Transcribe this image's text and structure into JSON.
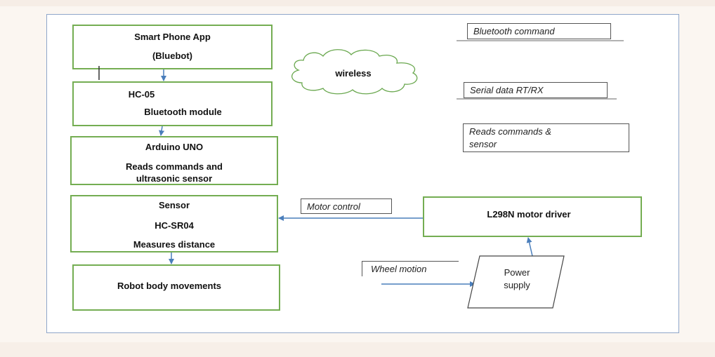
{
  "blocks": {
    "smartphone": {
      "title": "Smart Phone App",
      "subtitle": "(Bluebot)"
    },
    "hc05": {
      "title": "HC-05",
      "subtitle": "Bluetooth module"
    },
    "arduino": {
      "title": "Arduino UNO",
      "line2": "Reads commands and",
      "line3": "ultrasonic sensor"
    },
    "sensor": {
      "title": "Sensor",
      "line2": "HC-SR04",
      "line3": "Measures distance"
    },
    "robot": {
      "title": "Robot body movements"
    },
    "l298n": {
      "title": "L298N motor driver"
    },
    "power": {
      "line1": "Power",
      "line2": "supply"
    }
  },
  "cloud": {
    "label": "wireless"
  },
  "annotations": {
    "bluetooth_command": "Bluetooth command",
    "serial_data": "Serial data RT/RX",
    "reads_commands_1": "Reads commands &",
    "reads_commands_2": "sensor",
    "motor_control": "Motor control",
    "wheel_motion": "Wheel motion"
  },
  "colors": {
    "box_border": "#74ad52",
    "arrow": "#4a7ebb",
    "frame": "#8fa6c9"
  }
}
